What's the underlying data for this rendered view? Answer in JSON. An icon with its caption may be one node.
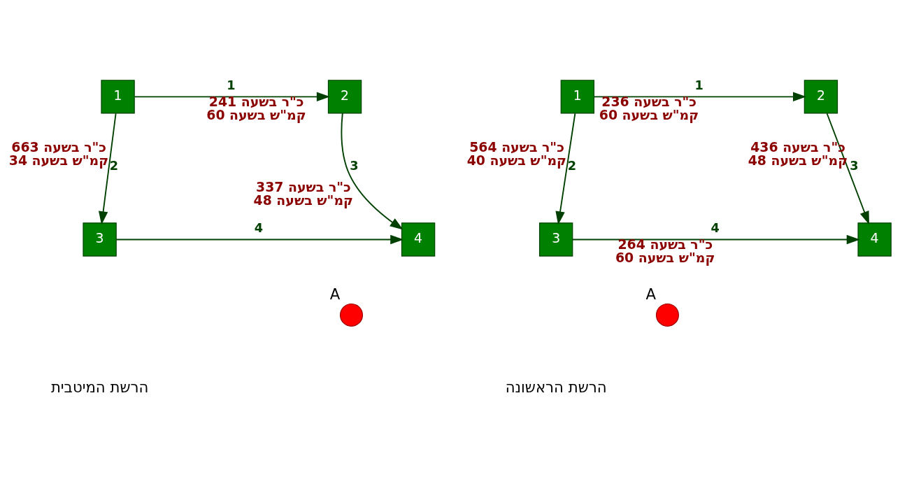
{
  "diagram": {
    "nodes": [
      {
        "text": [
          "1"
        ]
      },
      {
        "text": [
          "2"
        ]
      },
      {
        "text": [
          "3"
        ]
      },
      {
        "text": [
          "4"
        ]
      },
      {
        "text": [
          "A"
        ]
      },
      {
        "text": [
          "1"
        ]
      },
      {
        "text": [
          "2"
        ]
      },
      {
        "text": [
          "3"
        ]
      },
      {
        "text": [
          "4"
        ]
      },
      {
        "text": [
          "A"
        ]
      }
    ],
    "edges": [
      {
        "from": 0,
        "to": 1,
        "arrow": "to",
        "label": "1"
      },
      {
        "from": 0,
        "to": 2,
        "arrow": "to",
        "label": "2"
      },
      {
        "from": 1,
        "to": 3,
        "arrow": "to",
        "label": "3"
      },
      {
        "from": 2,
        "to": 3,
        "arrow": "to",
        "label": "4"
      },
      {
        "from": 5,
        "to": 6,
        "arrow": "to",
        "label": "1"
      },
      {
        "from": 5,
        "to": 7,
        "arrow": "to",
        "label": "2"
      },
      {
        "from": 6,
        "to": 8,
        "arrow": "to",
        "label": "3"
      },
      {
        "from": 7,
        "to": 8,
        "arrow": "to",
        "label": "4"
      }
    ],
    "labels": [
      "241 כ\"ר בשעה 60 קמ\"ש בשעה",
      "663 כ\"ר בשעה 34 קמ\"ש בשעה",
      "337 כ\"ר בשעה 48 קמ\"ש בשעה",
      "236 כ\"ר בשעה 60 קמ\"ש בשעה",
      "564 כ\"ר בשעה 40 קמ\"ש בשעה",
      "436 כ\"ר בשעה 48 קמ\"ש בשעה",
      "264 כ\"ר בשעה 60 קמ\"ש בשעה",
      "הרשת המיטבית",
      "הרשת הראשונה"
    ]
  }
}
